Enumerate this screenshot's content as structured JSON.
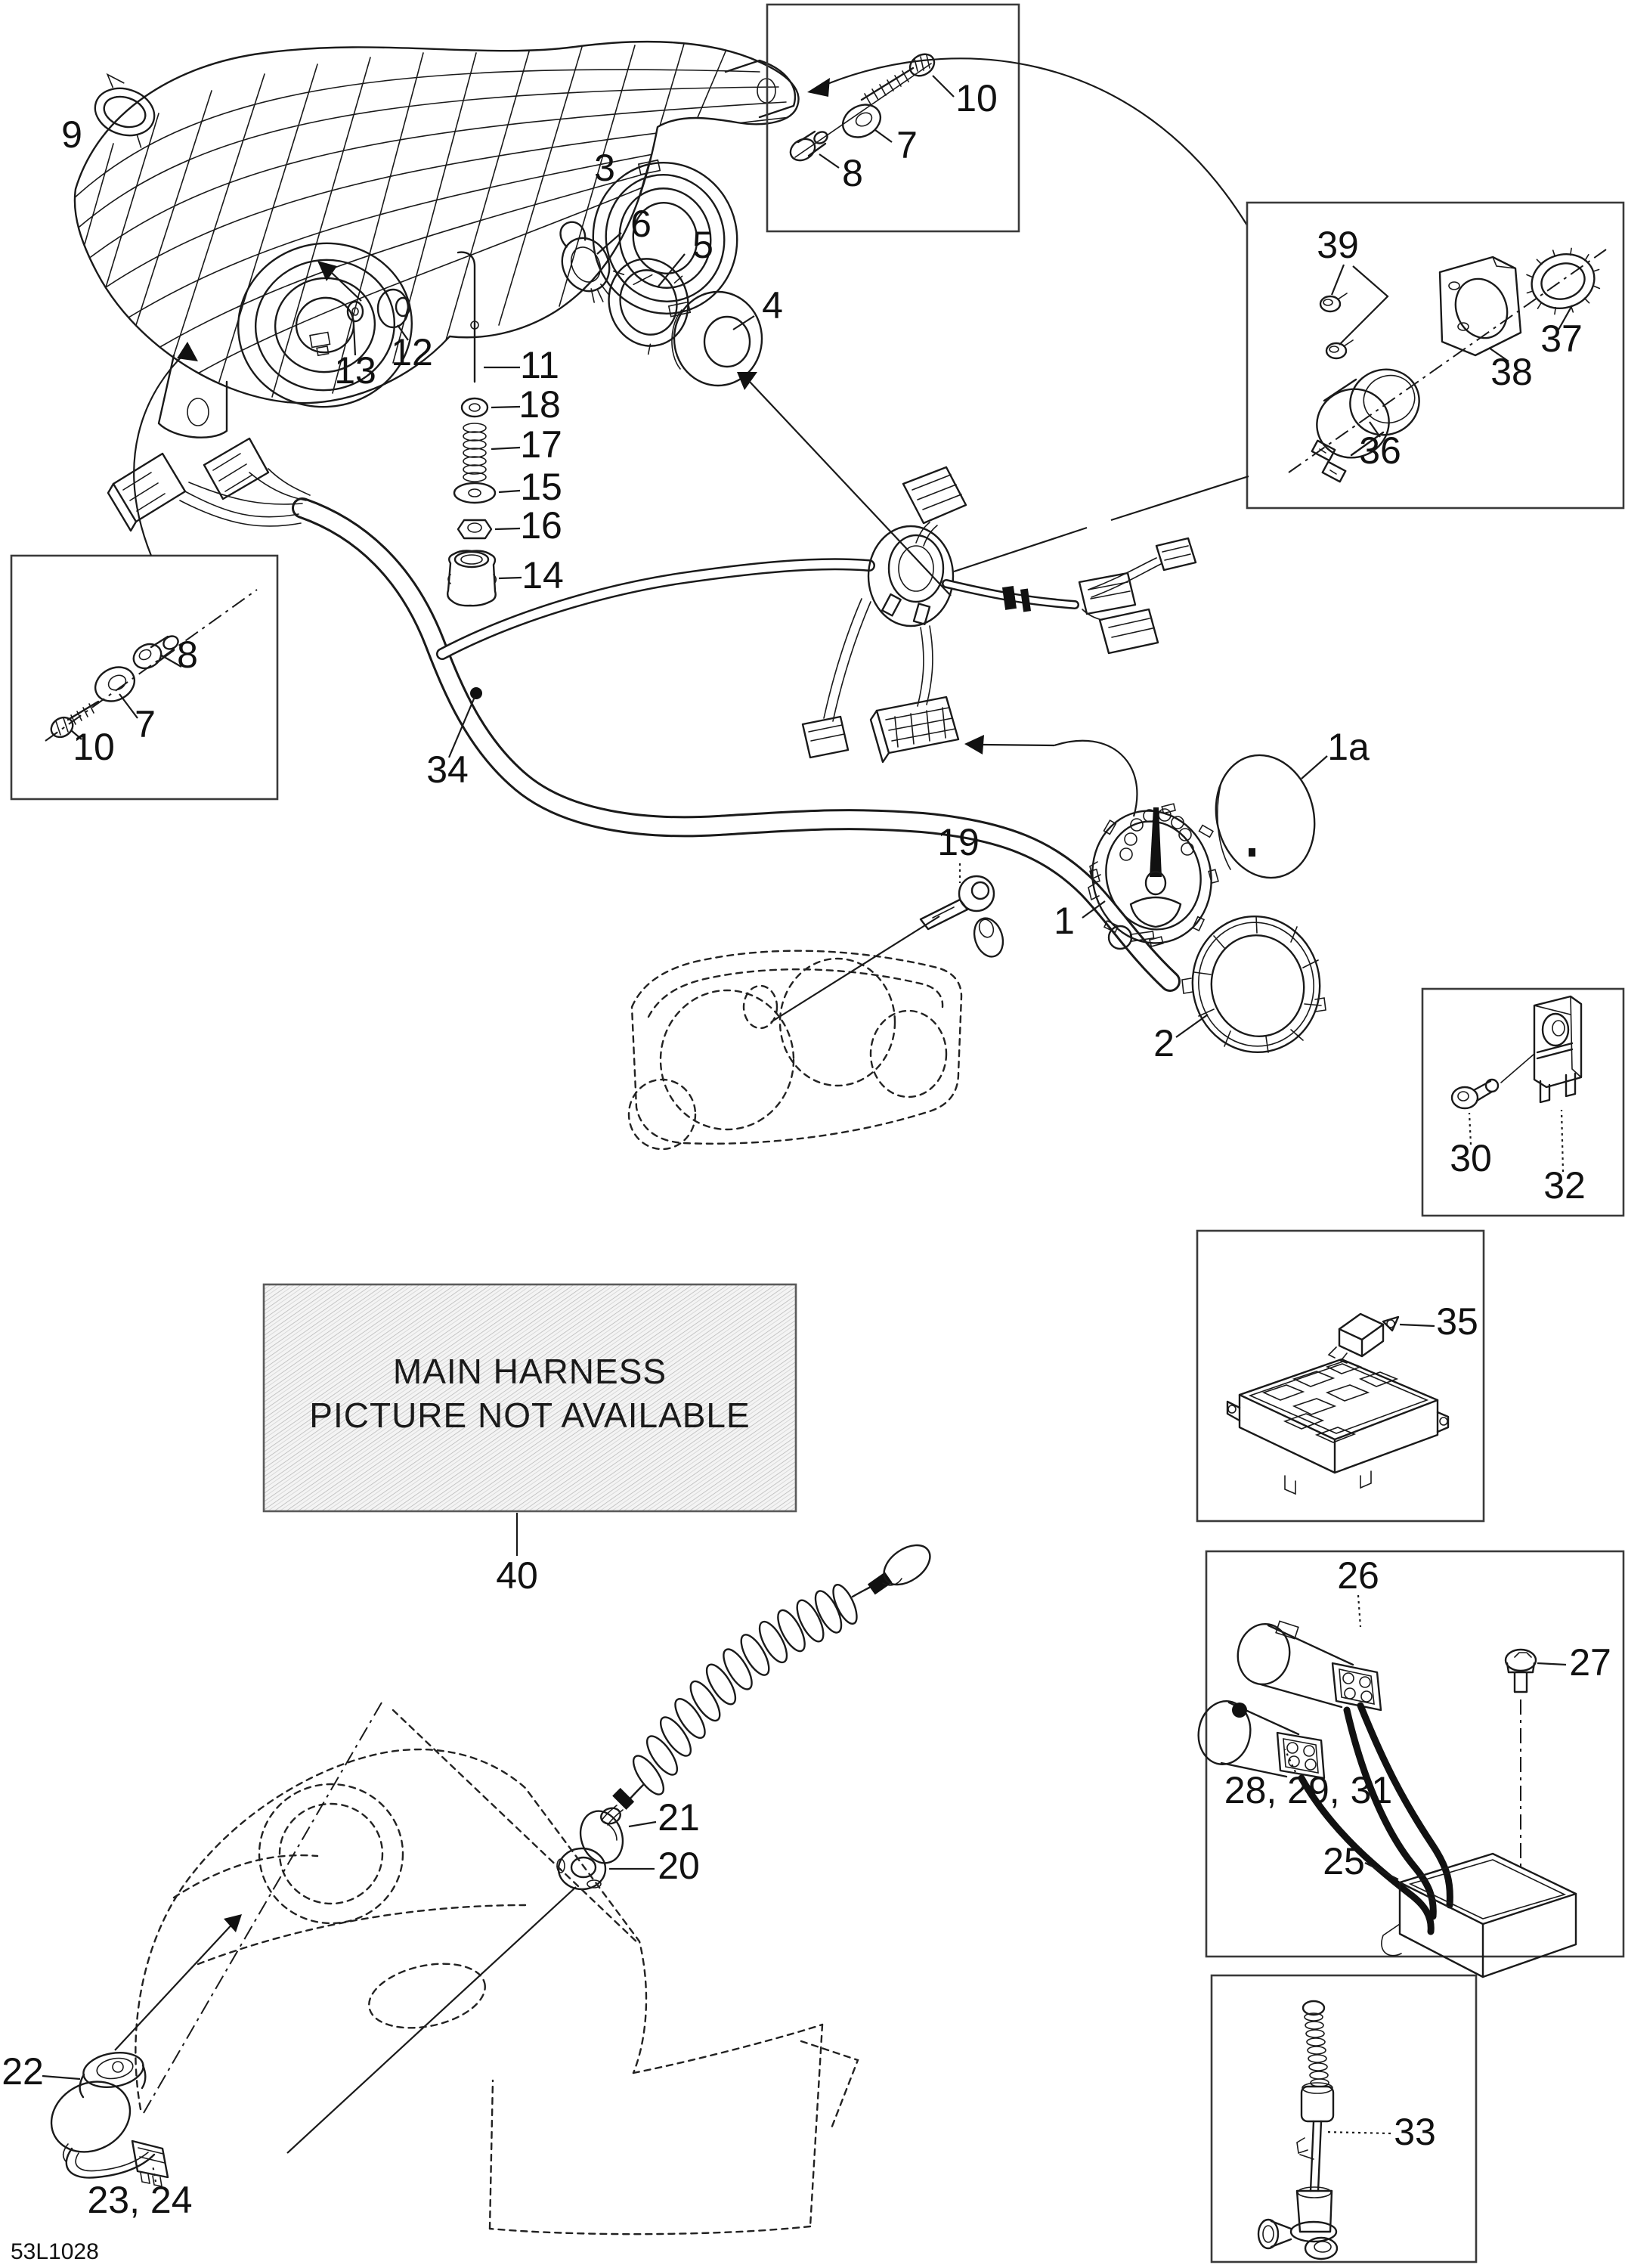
{
  "figure_code": "53L1028",
  "note_box": {
    "line1": "MAIN HARNESS",
    "line2": "PICTURE NOT AVAILABLE"
  },
  "callouts": {
    "p1": "1",
    "p1a": "1a",
    "p2": "2",
    "p3": "3",
    "p4": "4",
    "p5": "5",
    "p6": "6",
    "p7": "7",
    "p8": "8",
    "p9": "9",
    "p10": "10",
    "p11": "11",
    "p12": "12",
    "p13": "13",
    "p14": "14",
    "p15": "15",
    "p16": "16",
    "p17": "17",
    "p18": "18",
    "p19": "19",
    "p20": "20",
    "p21": "21",
    "p22": "22",
    "p23_24": "23, 24",
    "p25": "25",
    "p26": "26",
    "p27": "27",
    "p28_29_31": "28, 29, 31",
    "p30": "30",
    "p32": "32",
    "p33": "33",
    "p34": "34",
    "p35": "35",
    "p36": "36",
    "p37": "37",
    "p38": "38",
    "p39": "39",
    "p40": "40"
  }
}
